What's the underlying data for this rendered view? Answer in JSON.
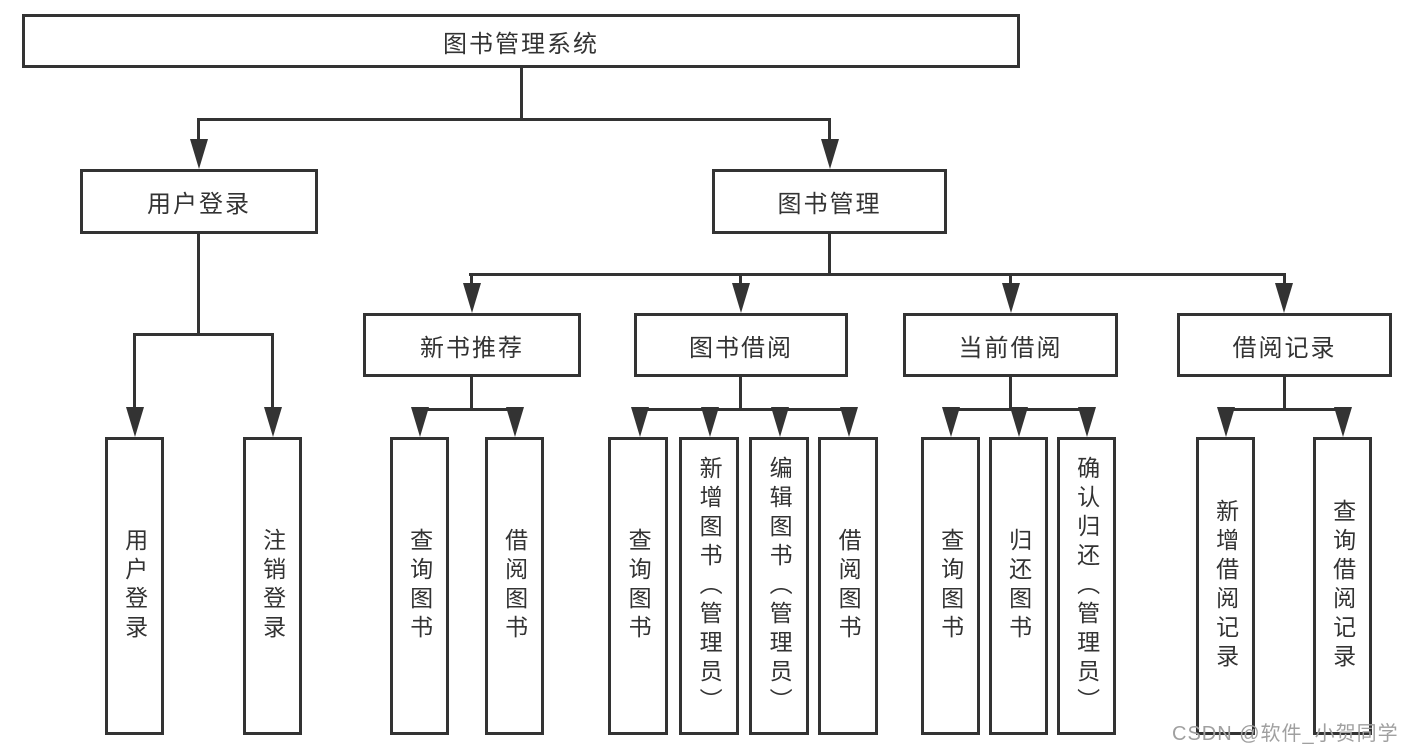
{
  "tree": {
    "root": "图书管理系统",
    "children": [
      {
        "label": "用户登录",
        "children": [
          {
            "label": "用户登录"
          },
          {
            "label": "注销登录"
          }
        ]
      },
      {
        "label": "图书管理",
        "children": [
          {
            "label": "新书推荐",
            "children": [
              {
                "label": "查询图书"
              },
              {
                "label": "借阅图书"
              }
            ]
          },
          {
            "label": "图书借阅",
            "children": [
              {
                "label": "查询图书"
              },
              {
                "label": "新增图书（管理员）"
              },
              {
                "label": "编辑图书（管理员）"
              },
              {
                "label": "借阅图书"
              }
            ]
          },
          {
            "label": "当前借阅",
            "children": [
              {
                "label": "查询图书"
              },
              {
                "label": "归还图书"
              },
              {
                "label": "确认归还（管理员）"
              }
            ]
          },
          {
            "label": "借阅记录",
            "children": [
              {
                "label": "新增借阅记录"
              },
              {
                "label": "查询借阅记录"
              }
            ]
          }
        ]
      }
    ]
  },
  "watermark": {
    "text": "CSDN @软件_小贺同学"
  },
  "icons": {
    "connector_arrow": "arrow-down"
  },
  "colors": {
    "line": "#333333",
    "text": "#333333",
    "watermark": "#a0a0a0",
    "background": "#ffffff"
  }
}
